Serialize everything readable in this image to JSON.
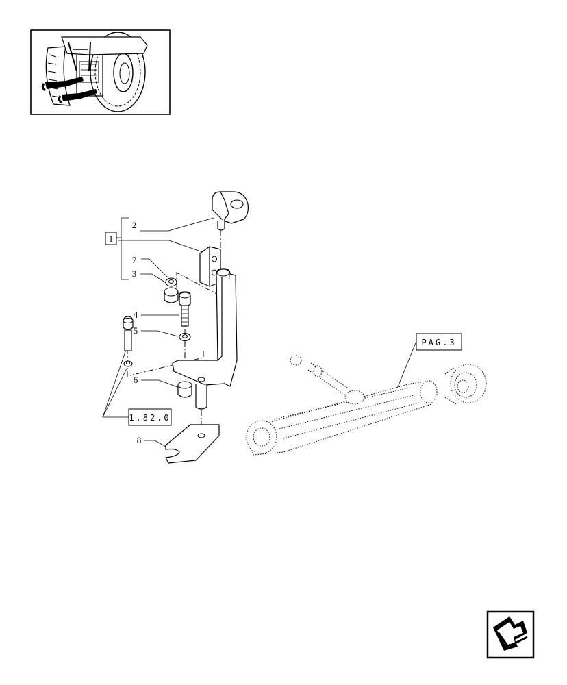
{
  "callouts": {
    "p1": "1",
    "p2": "2",
    "p3": "3",
    "p4": "4",
    "p5": "5",
    "p6": "6",
    "p7": "7",
    "p8": "8"
  },
  "references": {
    "pag": "PAG.3",
    "section": "1.82.0"
  },
  "icons": {
    "thumbnail": "tractor-rear-thumbnail",
    "nav": "next-page-arrow-icon"
  }
}
